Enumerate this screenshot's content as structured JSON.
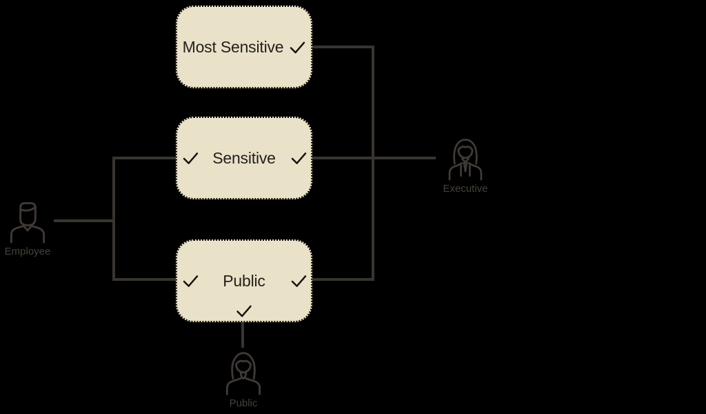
{
  "colors": {
    "background": "#000000",
    "box_fill": "#e9e2c8",
    "box_border": "#0d0b09",
    "box_text": "#23201d",
    "connector_line": "#38342f",
    "check": "#14110e",
    "actor_icon": "#403a35",
    "actor_label": "#474139"
  },
  "nodes": [
    {
      "label": "Most Sensitive",
      "checks": [
        "inline-right"
      ]
    },
    {
      "label": "Sensitive",
      "checks": [
        "left",
        "right"
      ]
    },
    {
      "label": "Public",
      "checks": [
        "left",
        "right",
        "bottom"
      ]
    }
  ],
  "actors": [
    {
      "label": "Employee",
      "icon": "male-person-icon"
    },
    {
      "label": "Executive",
      "icon": "female-person-suit-icon"
    },
    {
      "label": "Public",
      "icon": "female-person-icon"
    }
  ],
  "edges": [
    {
      "from": "Employee",
      "to": "Sensitive"
    },
    {
      "from": "Employee",
      "to": "Public"
    },
    {
      "from": "Most Sensitive",
      "to": "Executive"
    },
    {
      "from": "Sensitive",
      "to": "Executive"
    },
    {
      "from": "Public",
      "to": "Executive"
    },
    {
      "from": "Public",
      "to": "Public user"
    }
  ]
}
